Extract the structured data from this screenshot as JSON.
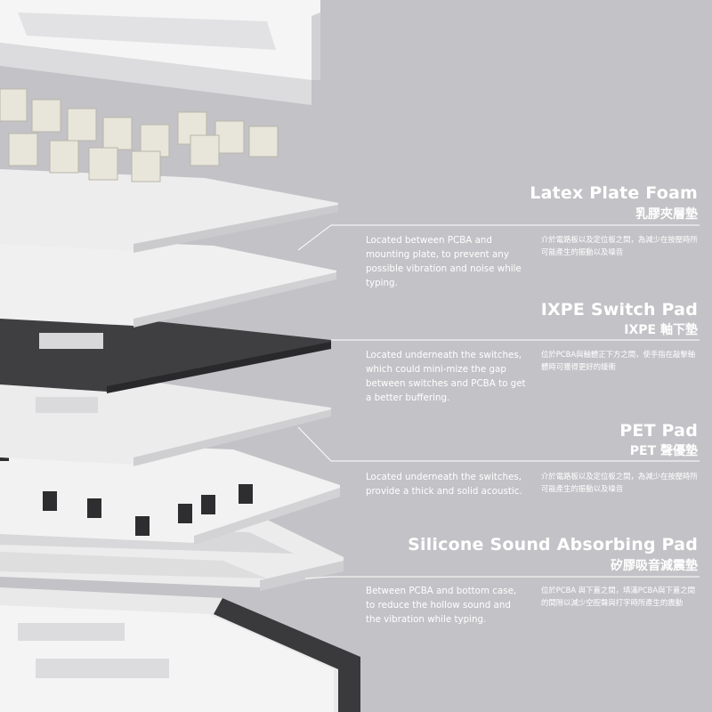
{
  "colors": {
    "background": "#c3c2c6",
    "text": "#ffffff",
    "component_white": "#f1f1f1",
    "component_dark": "#3f3f41",
    "leader_line": "#ffffff"
  },
  "layers": [
    {
      "title": "Latex Plate Foam",
      "subtitle": "乳膠夾層墊",
      "description_en": "Located between PCBA and mounting plate, to prevent any possible vibration and noise while typing.",
      "description_zh": "介於電路板以及定位板之間，為減少在按壓時所可能產生的振動以及噪音"
    },
    {
      "title": "IXPE Switch Pad",
      "subtitle": "IXPE 軸下墊",
      "description_en": "Located underneath the switches, which could mini-mize the gap between switches and PCBA to get a better buffering.",
      "description_zh": "位於PCBA與軸體正下方之間，使手指在敲擊軸體時可獲得更好的緩衝"
    },
    {
      "title": "PET Pad",
      "subtitle": "PET 聲優墊",
      "description_en": "Located underneath the switches, provide a thick and solid acoustic.",
      "description_zh": "介於電路板以及定位板之間，為減少在按壓時所可能產生的振動以及噪音"
    },
    {
      "title": "Silicone Sound Absorbing Pad",
      "subtitle": "矽膠吸音減震墊",
      "description_en": "Between PCBA and bottom case, to reduce the hollow sound and the vibration while typing.",
      "description_zh": "位於PCBA 與下蓋之間，填滿PCBA與下蓋之間的間隙以減少空腔聲與打字時所產生的震動"
    }
  ]
}
